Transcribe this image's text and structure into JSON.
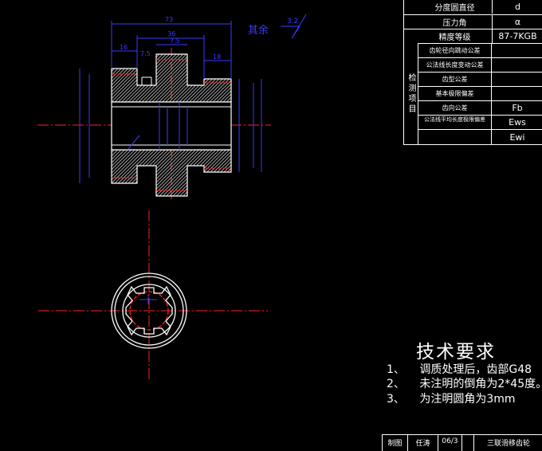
{
  "drawing": {
    "roughness_note": "其余",
    "roughness_value": "3.2",
    "dims": {
      "top_overall": "73",
      "top_mid": "36",
      "top_a": "16",
      "top_b": "7.5",
      "top_c": "7.5",
      "top_d": "18"
    }
  },
  "param_table": {
    "rows": [
      {
        "label": "分度圆直径",
        "value": "d"
      },
      {
        "label": "压力角",
        "value": "α"
      },
      {
        "label": "精度等级",
        "value": "87-7KGB"
      }
    ],
    "side_label": "检测项目",
    "items": [
      {
        "label": "齿轮径向跳动公差",
        "value": ""
      },
      {
        "label": "公法线长度变动公差",
        "value": ""
      },
      {
        "label": "齿型公差",
        "value": ""
      },
      {
        "label": "基本极限偏差",
        "value": ""
      },
      {
        "label": "齿向公差",
        "value": "Fb"
      },
      {
        "label": "公法线平均长度极限偏差",
        "value": "Ews"
      },
      {
        "label": "",
        "value": "Ewi"
      }
    ]
  },
  "tech": {
    "title": "技术要求",
    "lines": [
      {
        "num": "1、",
        "text": "调质处理后，齿部G48"
      },
      {
        "num": "2、",
        "text": "未注明的倒角为2*45度。"
      },
      {
        "num": "3、",
        "text": "为注明圆角为3mm"
      }
    ]
  },
  "title_block": {
    "cells": [
      "制图",
      "任涛",
      "06/3",
      "",
      "三联滑移齿轮"
    ]
  },
  "colors": {
    "outline": "#ffffff",
    "dimension": "#3a3aff",
    "centerline": "#ff2020",
    "hatch": "#d9d9d9"
  }
}
